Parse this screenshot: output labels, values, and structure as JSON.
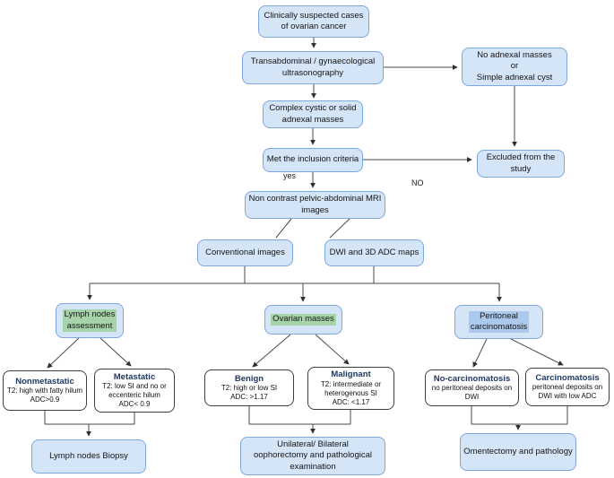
{
  "diagram_title": "Ovarian cancer MRI diagnostic workflow flowchart",
  "labels": {
    "yes": "yes",
    "no": "NO"
  },
  "colors": {
    "node_fill": "#d5e5f8",
    "node_border": "#7ea6e0",
    "green_highlight": "#a6d3a9",
    "blue_highlight": "#abc8ed",
    "title_text": "#1f3864",
    "connector": "#4a4a4a"
  },
  "nodes": {
    "clinical": {
      "text": "Clinically suspected cases\nof ovarian cancer"
    },
    "ultrasound": {
      "text": "Transabdominal / gynaecological\nultrasonography"
    },
    "no_adnexal": {
      "text": "No adnexal masses\nor\nSimple adnexal cyst"
    },
    "complex": {
      "text": "Complex cystic or solid\nadnexal masses"
    },
    "criteria": {
      "text": "Met the inclusion criteria"
    },
    "excluded": {
      "text": "Excluded from the\nstudy"
    },
    "mri": {
      "text": "Non contrast pelvic-abdominal MRI\nimages"
    },
    "conventional": {
      "text": "Conventional images"
    },
    "dwi": {
      "text": "DWI and 3D ADC maps"
    },
    "lymph": {
      "text": "Lymph nodes\nassessment"
    },
    "ovarian": {
      "text": "Ovarian masses"
    },
    "peritoneal": {
      "text": "Peritoneal\ncarcinomatosis"
    },
    "nonmetastatic": {
      "title": "Nonmetastatic",
      "body": "T2: high with fatty hilum\nADC>0.9"
    },
    "metastatic": {
      "title": "Metastatic",
      "body": "T2: low SI and no or\neccenteric hilum\nADC< 0.9"
    },
    "benign": {
      "title": "Benign",
      "body": "T2: high or low SI\nADC: >1.17"
    },
    "malignant": {
      "title": "Malignant",
      "body": "T2: intermediate or\nheterogenous SI\nADC: <1.17"
    },
    "no_carcinomatosis": {
      "title": "No-carcinomatosis",
      "body": "no peritoneal deposits on\nDWI"
    },
    "carcinomatosis": {
      "title": "Carcinomatosis",
      "body": "peritoneal deposits on\nDWI with low ADC"
    },
    "biopsy": {
      "text": "Lymph nodes Biopsy"
    },
    "oophorectomy": {
      "text": "Unilateral/ Bilateral\noophorectomy and pathological\nexamination"
    },
    "omentectomy": {
      "text": "Omentectomy and pathology"
    }
  }
}
